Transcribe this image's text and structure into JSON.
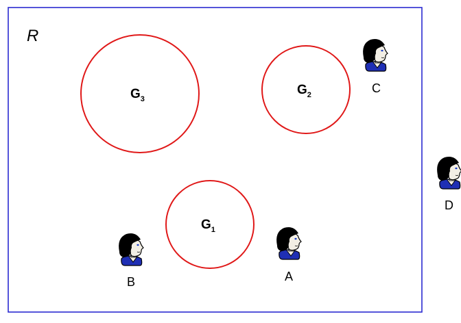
{
  "region": {
    "label": "R",
    "border_color": "#2a2ad0"
  },
  "groups": [
    {
      "id": "g1",
      "letter": "G",
      "index": "1"
    },
    {
      "id": "g2",
      "letter": "G",
      "index": "2"
    },
    {
      "id": "g3",
      "letter": "G",
      "index": "3"
    }
  ],
  "circle_color": "#e01818",
  "people": [
    {
      "id": "a",
      "label": "A"
    },
    {
      "id": "b",
      "label": "B"
    },
    {
      "id": "c",
      "label": "C"
    },
    {
      "id": "d",
      "label": "D"
    }
  ],
  "person_colors": {
    "hair": "#000000",
    "skin": "#f2eee4",
    "shirt": "#1f2fb4",
    "eye": "#1a3cc8"
  }
}
